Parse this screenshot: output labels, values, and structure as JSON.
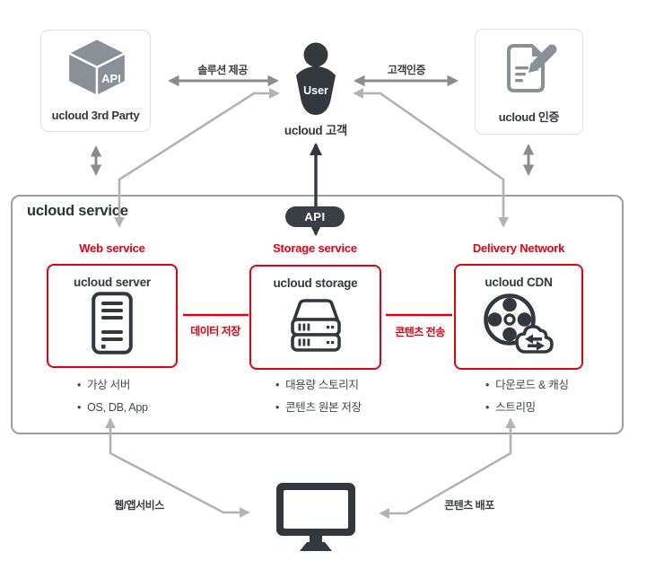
{
  "theme": {
    "red": "#e60012",
    "dark": "#33373e",
    "gray_mid": "#8c8c8c",
    "gray_light": "#b3b3b3",
    "border_light": "#e0e0e0",
    "service_border": "#9e9e9e"
  },
  "top": {
    "third_party": {
      "label": "ucloud 3rd Party",
      "icon_text": "API"
    },
    "user": {
      "icon_text": "User",
      "label": "ucloud 고객"
    },
    "auth": {
      "label": "ucloud 인증"
    },
    "flows": {
      "solution": "솔루션 제공",
      "customer_auth": "고객인증"
    }
  },
  "service": {
    "title": "ucloud service",
    "api_badge": "API",
    "sections": [
      {
        "category": "Web service",
        "box_title": "ucloud server",
        "bullets": [
          "가상 서버",
          "OS, DB, App"
        ]
      },
      {
        "category": "Storage service",
        "box_title": "ucloud storage",
        "bullets": [
          "대용량 스토리지",
          "콘텐츠 원본 저장"
        ]
      },
      {
        "category": "Delivery Network",
        "box_title": "ucloud CDN",
        "bullets": [
          "다운로드 & 캐싱",
          "스트리밍"
        ]
      }
    ],
    "connectors": [
      {
        "label": "데이터 저장"
      },
      {
        "label": "콘텐츠 전송"
      }
    ]
  },
  "bottom": {
    "web_app_label": "웹/앱서비스",
    "content_deploy_label": "콘텐츠 배포"
  }
}
